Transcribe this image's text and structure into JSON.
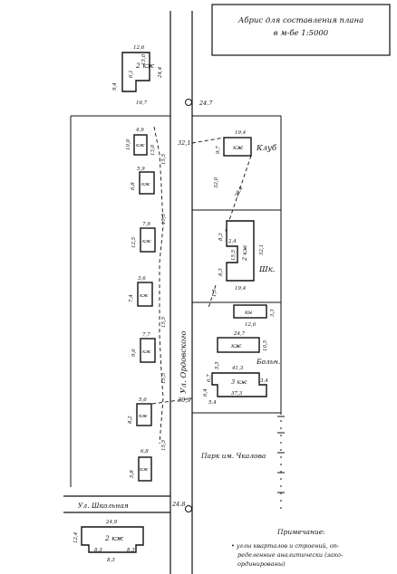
{
  "title": {
    "line1": "Абрис для составления плана",
    "line2": "в м-бе 1:5000"
  },
  "street_names": {
    "main": "Ул. Ордовского",
    "side": "Ул. Школьная"
  },
  "labels": {
    "club": "Клуб",
    "school": "Шк.",
    "hospital": "Больн.",
    "park": "Парк им. Чкалова"
  },
  "station_labels": {
    "top": "24.7",
    "bottom": "24.8"
  },
  "buildings_left": [
    {
      "code": "2 кж",
      "dims": [
        "12,6",
        "15,0",
        "6,1",
        "9,4",
        "24,4",
        "16,7"
      ]
    },
    {
      "code": "кж",
      "dims": [
        "4,9",
        "10,0",
        "13,0"
      ]
    },
    {
      "code": "кж",
      "dims": [
        "5,9",
        "6,8"
      ]
    },
    {
      "code": "кж",
      "dims": [
        "7,9",
        "12,5"
      ]
    },
    {
      "code": "кж",
      "dims": [
        "3,6",
        "7,4",
        "16,6"
      ]
    },
    {
      "code": "кж",
      "dims": [
        "7,7",
        "9,6"
      ]
    },
    {
      "code": "кж",
      "dims": [
        "5,6",
        "8,2",
        "19,4"
      ]
    },
    {
      "code": "кж",
      "dims": [
        "6,8",
        "5,8"
      ]
    },
    {
      "code": "2 кж",
      "dims": [
        "24,9",
        "12,4",
        "8,3",
        "8,3",
        "8,3"
      ]
    }
  ],
  "buildings_right": [
    {
      "code": "кж",
      "dims": [
        "19,4",
        "9,7"
      ]
    },
    {
      "code": "2 кж",
      "dims": [
        "2,4",
        "8,3",
        "15,5",
        "8,3",
        "32,1",
        "19,4"
      ]
    },
    {
      "code": "кн",
      "dims": [
        "12,6",
        "3,3"
      ]
    },
    {
      "code": "кж",
      "dims": [
        "24,7",
        "10,5"
      ]
    },
    {
      "code": "3 кж",
      "dims": [
        "41,3",
        "6,7",
        "5,5",
        "37,3",
        "3,4",
        "5,4",
        "6,4"
      ]
    }
  ],
  "measurements": {
    "m1": "32,1",
    "m2": "32,0",
    "m3": "39,4",
    "m4": "30,9",
    "m5": "15,5",
    "m6": "6,1",
    "m7": "1,5"
  },
  "note": {
    "heading": "Примечание:",
    "text1": "• углы кварталов и строений, оп-",
    "text2": "ределенные аналитически (зако-",
    "text3": "ординированы)"
  }
}
